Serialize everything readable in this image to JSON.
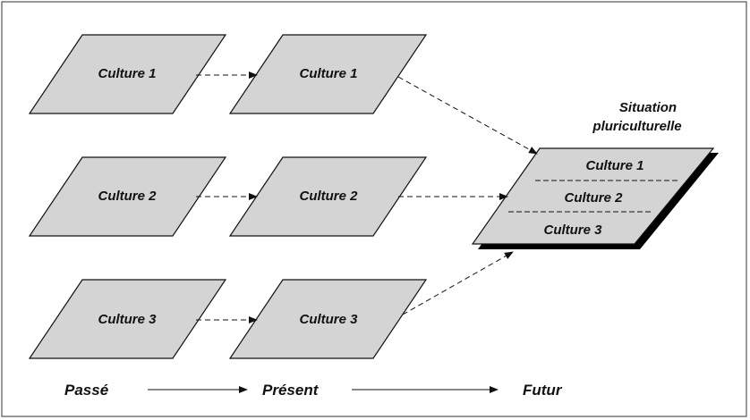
{
  "diagram": {
    "nodes": {
      "past": [
        "Culture 1",
        "Culture 2",
        "Culture 3"
      ],
      "present": [
        "Culture 1",
        "Culture 2",
        "Culture 3"
      ],
      "future_cultures": [
        "Culture 1",
        "Culture 2",
        "Culture 3"
      ]
    },
    "future_title": [
      "Situation",
      "pluriculturelle"
    ],
    "timeline": {
      "past": "Passé",
      "present": "Présent",
      "future": "Futur"
    },
    "edges": [
      {
        "from": "past.0",
        "to": "present.0",
        "style": "dashed"
      },
      {
        "from": "past.1",
        "to": "present.1",
        "style": "dashed"
      },
      {
        "from": "past.2",
        "to": "present.2",
        "style": "dashed"
      },
      {
        "from": "present.0",
        "to": "future",
        "style": "dashed"
      },
      {
        "from": "present.1",
        "to": "future",
        "style": "dashed"
      },
      {
        "from": "present.2",
        "to": "future",
        "style": "dashed"
      },
      {
        "from": "timeline.past",
        "to": "timeline.present",
        "style": "solid"
      },
      {
        "from": "timeline.present",
        "to": "timeline.future",
        "style": "solid"
      }
    ],
    "colors": {
      "fill": "#d4d4d4",
      "stroke": "#111111",
      "shadow": "#000000"
    }
  }
}
